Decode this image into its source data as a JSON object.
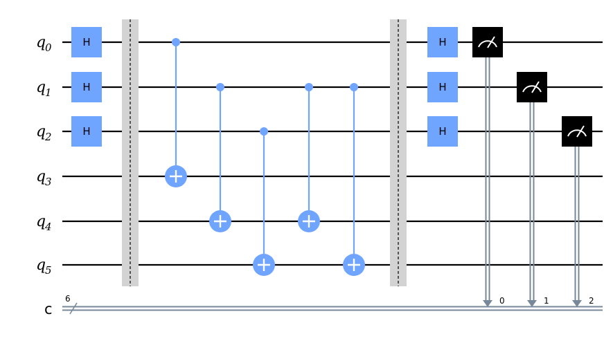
{
  "qubits": [
    {
      "label": "q",
      "index": "0"
    },
    {
      "label": "q",
      "index": "1"
    },
    {
      "label": "q",
      "index": "2"
    },
    {
      "label": "q",
      "index": "3"
    },
    {
      "label": "q",
      "index": "4"
    },
    {
      "label": "q",
      "index": "5"
    }
  ],
  "classical_register": {
    "label": "c",
    "width": "6"
  },
  "gate_label": "H",
  "hadamard_layer_1": [
    0,
    1,
    2
  ],
  "hadamard_layer_2": [
    0,
    1,
    2
  ],
  "cnots": [
    {
      "control": 0,
      "target": 3
    },
    {
      "control": 1,
      "target": 4
    },
    {
      "control": 2,
      "target": 5
    },
    {
      "control": 1,
      "target": 4
    },
    {
      "control": 1,
      "target": 5
    }
  ],
  "measurements": [
    {
      "qubit": 0,
      "bit": "0"
    },
    {
      "qubit": 1,
      "bit": "1"
    },
    {
      "qubit": 2,
      "bit": "2"
    }
  ],
  "colors": {
    "gate": "#6fa4ff",
    "barrier": "#d3d3d3",
    "measure": "#000000",
    "classical": "#778899",
    "wire": "#000000"
  }
}
